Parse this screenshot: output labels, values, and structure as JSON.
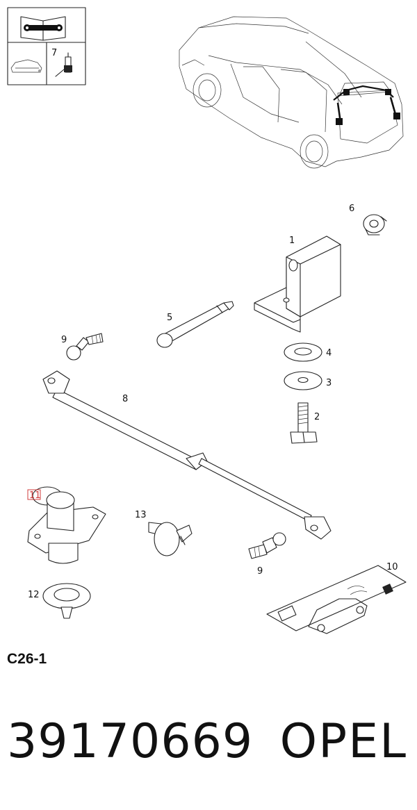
{
  "legend_box": {
    "ref_number": "7"
  },
  "callouts": {
    "c1": "1",
    "c2": "2",
    "c3": "3",
    "c4": "4",
    "c5": "5",
    "c6": "6",
    "c7": "7",
    "c8": "8",
    "c9a": "9",
    "c9b": "9",
    "c10": "10",
    "c11": "11",
    "c12": "12",
    "c13": "13"
  },
  "footer": {
    "section_code": "C26-1",
    "part_number": "39170669",
    "brand": "OPEL"
  },
  "colors": {
    "highlight": "#d23c3c",
    "line": "#222222"
  }
}
